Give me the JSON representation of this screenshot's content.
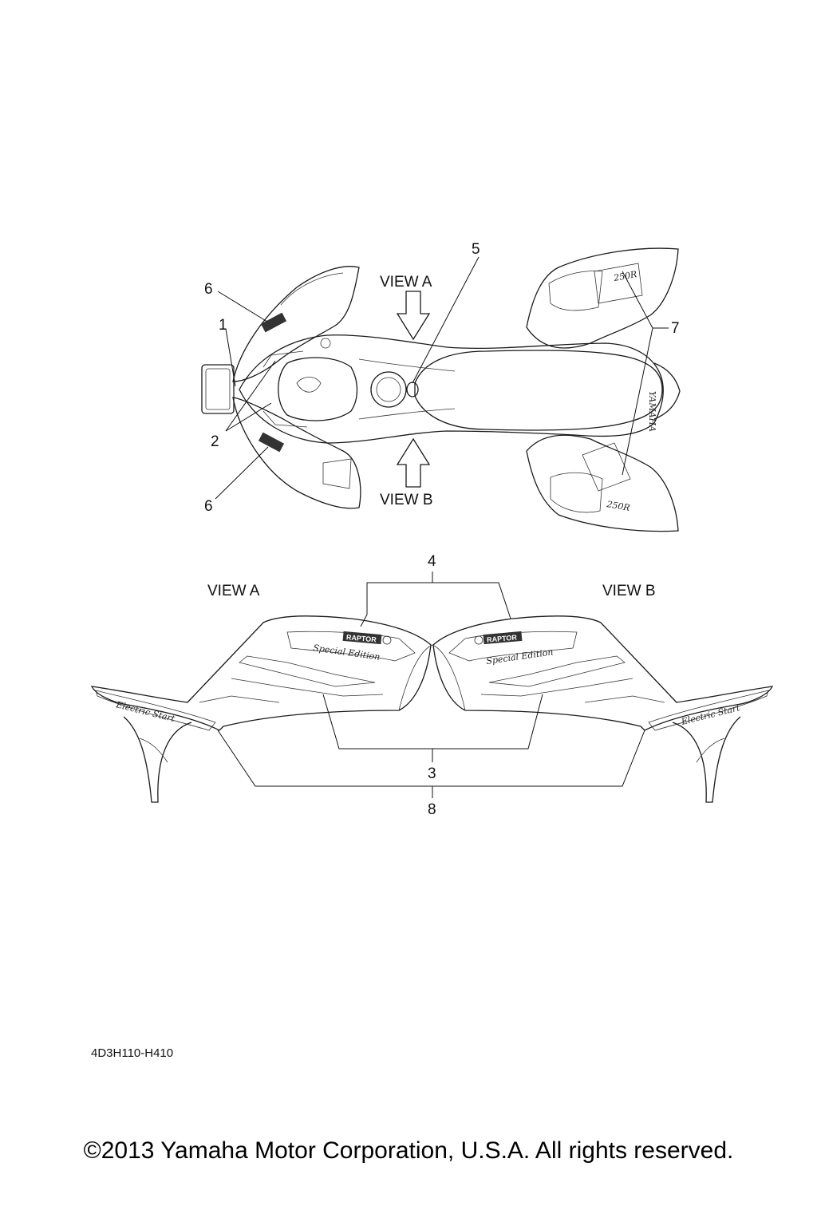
{
  "callouts": {
    "c1": "1",
    "c2": "2",
    "c3": "3",
    "c4": "4",
    "c5": "5",
    "c6a": "6",
    "c6b": "6",
    "c7": "7",
    "c8": "8"
  },
  "top_view": {
    "view_a": "VIEW A",
    "view_b": "VIEW B"
  },
  "detail_view": {
    "view_a": "VIEW A",
    "view_b": "VIEW B",
    "special_edition": "Special Edition",
    "electric_start": "Electric Start",
    "raptor": "RAPTOR",
    "model_250r": "250R",
    "yamaha": "YAMAHA"
  },
  "footer": {
    "part_code": "4D3H110-H410",
    "copyright": "©2013 Yamaha Motor Corporation, U.S.A. All rights reserved."
  }
}
